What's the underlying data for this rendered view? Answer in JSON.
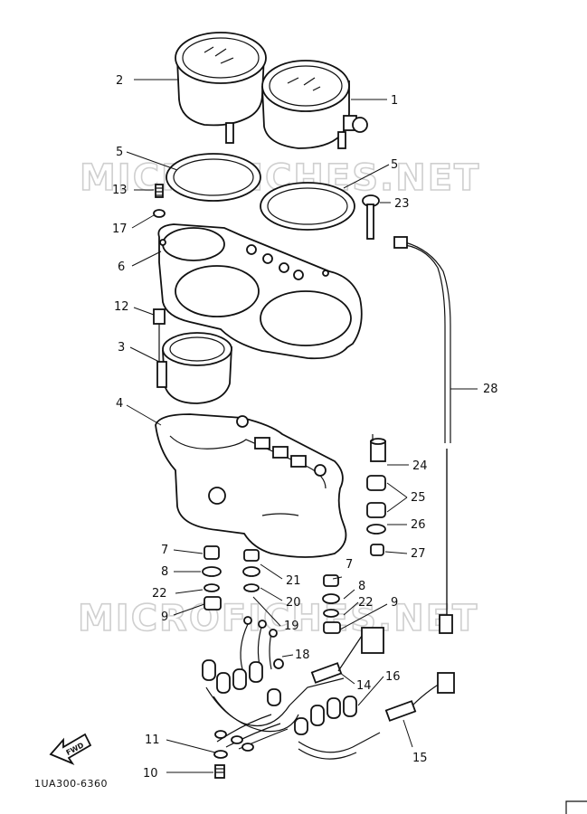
{
  "watermarks": [
    "MICROFICHES.NET",
    "MICROFICHES.NET"
  ],
  "drawing_code": "1UA300-6360",
  "fwd_label": "FWD",
  "callouts": [
    {
      "id": "c2",
      "text": "2"
    },
    {
      "id": "c1",
      "text": "1"
    },
    {
      "id": "c5a",
      "text": "5"
    },
    {
      "id": "c5b",
      "text": "5"
    },
    {
      "id": "c13",
      "text": "13"
    },
    {
      "id": "c23",
      "text": "23"
    },
    {
      "id": "c17",
      "text": "17"
    },
    {
      "id": "c6",
      "text": "6"
    },
    {
      "id": "c12",
      "text": "12"
    },
    {
      "id": "c3",
      "text": "3"
    },
    {
      "id": "c28",
      "text": "28"
    },
    {
      "id": "c4",
      "text": "4"
    },
    {
      "id": "c24",
      "text": "24"
    },
    {
      "id": "c25",
      "text": "25"
    },
    {
      "id": "c26",
      "text": "26"
    },
    {
      "id": "c7a",
      "text": "7"
    },
    {
      "id": "c27",
      "text": "27"
    },
    {
      "id": "c8a",
      "text": "8"
    },
    {
      "id": "c21",
      "text": "21"
    },
    {
      "id": "c7b",
      "text": "7"
    },
    {
      "id": "c22a",
      "text": "22"
    },
    {
      "id": "c20",
      "text": "20"
    },
    {
      "id": "c8b",
      "text": "8"
    },
    {
      "id": "c22b",
      "text": "22"
    },
    {
      "id": "c9a",
      "text": "9"
    },
    {
      "id": "c19",
      "text": "19"
    },
    {
      "id": "c9b",
      "text": "9"
    },
    {
      "id": "c18",
      "text": "18"
    },
    {
      "id": "c14",
      "text": "14"
    },
    {
      "id": "c16",
      "text": "16"
    },
    {
      "id": "c11",
      "text": "11"
    },
    {
      "id": "c15",
      "text": "15"
    },
    {
      "id": "c10",
      "text": "10"
    }
  ]
}
